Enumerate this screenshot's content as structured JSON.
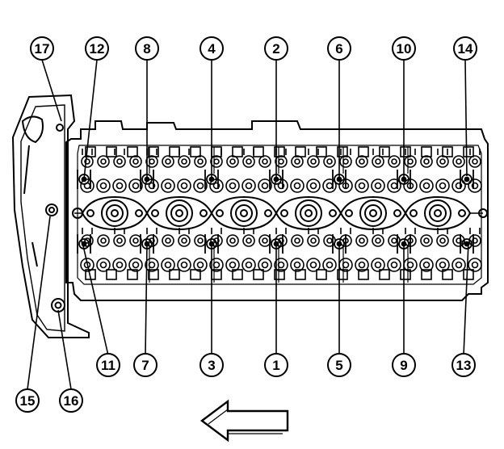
{
  "diagram": {
    "callouts": [
      {
        "id": "17",
        "label": "17"
      },
      {
        "id": "12",
        "label": "12"
      },
      {
        "id": "8",
        "label": "8"
      },
      {
        "id": "4",
        "label": "4"
      },
      {
        "id": "2",
        "label": "2"
      },
      {
        "id": "6",
        "label": "6"
      },
      {
        "id": "10",
        "label": "10"
      },
      {
        "id": "14",
        "label": "14"
      },
      {
        "id": "11",
        "label": "11"
      },
      {
        "id": "7",
        "label": "7"
      },
      {
        "id": "3",
        "label": "3"
      },
      {
        "id": "1",
        "label": "1"
      },
      {
        "id": "5",
        "label": "5"
      },
      {
        "id": "9",
        "label": "9"
      },
      {
        "id": "13",
        "label": "13"
      },
      {
        "id": "15",
        "label": "15"
      },
      {
        "id": "16",
        "label": "16"
      }
    ],
    "direction_arrow": "arrow-left-icon",
    "colors": {
      "ink": "#000000",
      "paper": "#ffffff"
    }
  }
}
